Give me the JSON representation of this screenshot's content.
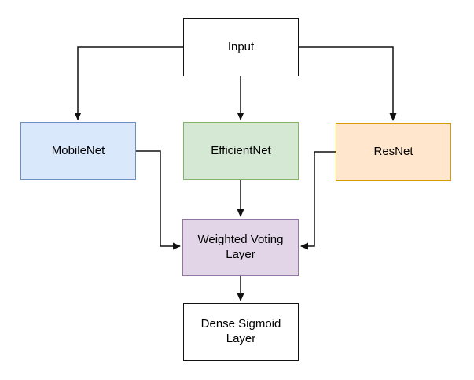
{
  "diagram": {
    "background_color": "#ffffff",
    "arrow_color": "#111111",
    "nodes": {
      "input": {
        "label": "Input",
        "fill": "#ffffff",
        "stroke": "#111111"
      },
      "mobilenet": {
        "label": "MobileNet",
        "fill": "#dae8fc",
        "stroke": "#6c8ebf"
      },
      "efficientnet": {
        "label": "EfficientNet",
        "fill": "#d5e8d4",
        "stroke": "#82b366"
      },
      "resnet": {
        "label": "ResNet",
        "fill": "#ffe6cc",
        "stroke": "#d79b00"
      },
      "voting": {
        "label": "Weighted Voting Layer",
        "fill": "#e1d5e7",
        "stroke": "#9673a6"
      },
      "dense": {
        "label": "Dense Sigmoid Layer",
        "fill": "#ffffff",
        "stroke": "#111111"
      }
    },
    "edges": [
      {
        "from": "input",
        "to": "mobilenet"
      },
      {
        "from": "input",
        "to": "efficientnet"
      },
      {
        "from": "input",
        "to": "resnet"
      },
      {
        "from": "mobilenet",
        "to": "voting"
      },
      {
        "from": "efficientnet",
        "to": "voting"
      },
      {
        "from": "resnet",
        "to": "voting"
      },
      {
        "from": "voting",
        "to": "dense"
      }
    ]
  }
}
